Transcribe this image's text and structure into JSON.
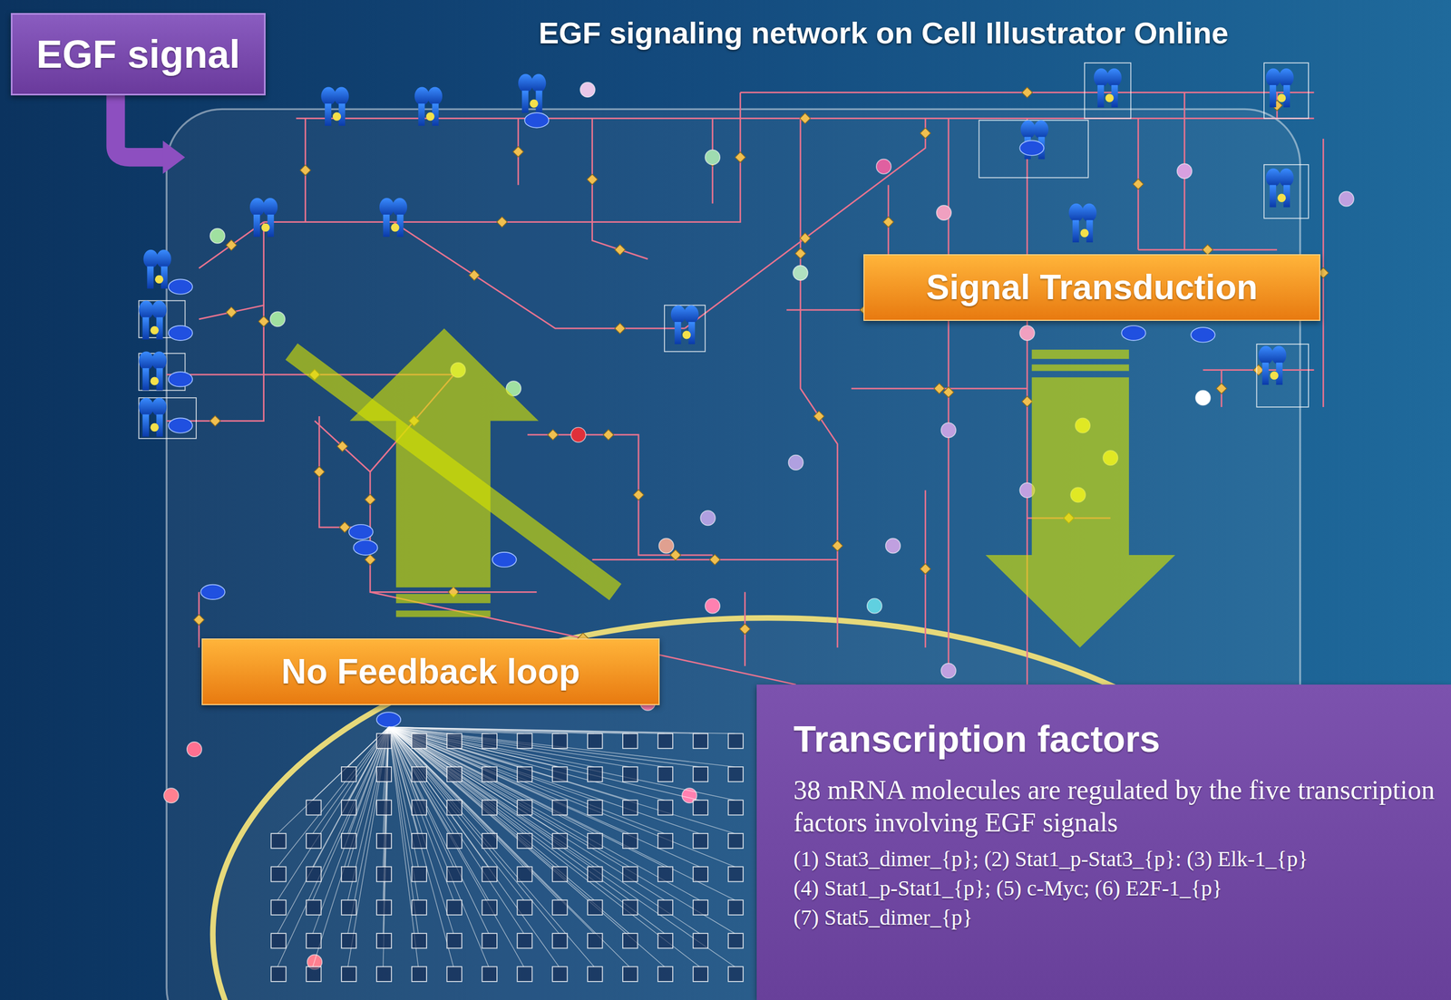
{
  "diagram": {
    "title": "EGF signaling network on Cell Illustrator Online",
    "nodes": [
      {
        "text": [
          "EGF signal"
        ]
      },
      {
        "text": [
          "Signal Transduction"
        ]
      },
      {
        "text": [
          "No Feedback loop"
        ]
      },
      {
        "text": [
          "Transcription factors",
          "38 mRNA molecules are regulated by the five transcription factors involving EGF signals",
          "(1) Stat3_dimer_{p}; (2) Stat1_p-Stat3_{p}: (3) Elk-1_{p}",
          "(4) Stat1_p-Stat1_{p}; (5) c-Myc; (6) E2F-1_{p}",
          "(7) Stat5_dimer_{p}"
        ]
      }
    ]
  }
}
